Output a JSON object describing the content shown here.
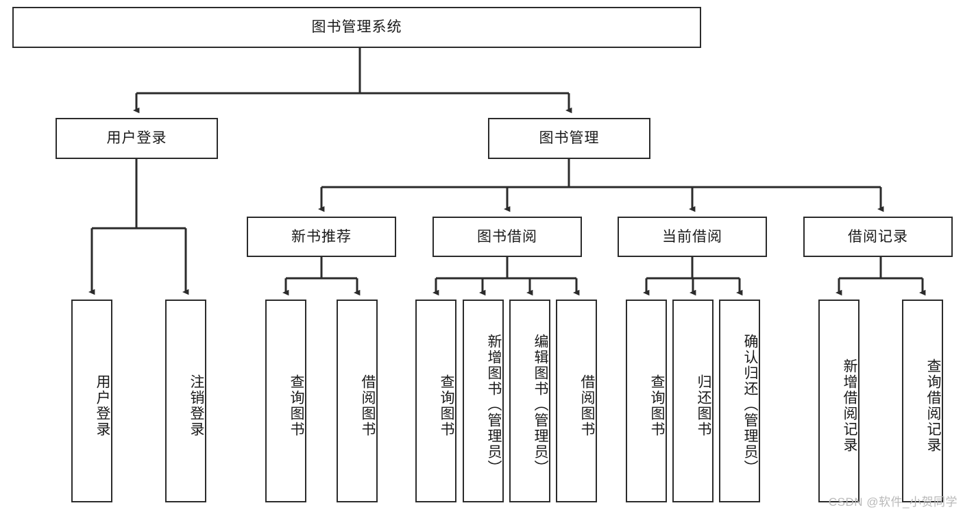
{
  "diagram": {
    "title": "图书管理系统",
    "watermark": "CSDN @软件_小贺同学",
    "stroke_color": "#2b2b2b",
    "background_color": "#ffffff",
    "root": {
      "id": "root",
      "label": "图书管理系统",
      "orientation": "horizontal"
    },
    "level2": [
      {
        "id": "user-login",
        "label": "用户登录",
        "orientation": "horizontal"
      },
      {
        "id": "book-manage",
        "label": "图书管理",
        "orientation": "horizontal"
      }
    ],
    "level3": [
      {
        "id": "new-book-recommend",
        "label": "新书推荐",
        "orientation": "horizontal",
        "parent": "book-manage"
      },
      {
        "id": "book-borrow",
        "label": "图书借阅",
        "orientation": "horizontal",
        "parent": "book-manage"
      },
      {
        "id": "current-borrow",
        "label": "当前借阅",
        "orientation": "horizontal",
        "parent": "book-manage"
      },
      {
        "id": "borrow-record",
        "label": "借阅记录",
        "orientation": "horizontal",
        "parent": "book-manage"
      }
    ],
    "leaves": [
      {
        "id": "leaf-user-login",
        "label": "用户登录",
        "parent": "user-login",
        "orientation": "vertical"
      },
      {
        "id": "leaf-user-logout",
        "label": "注销登录",
        "parent": "user-login",
        "orientation": "vertical"
      },
      {
        "id": "leaf-query-book-1",
        "label": "查询图书",
        "parent": "new-book-recommend",
        "orientation": "vertical"
      },
      {
        "id": "leaf-borrow-book-1",
        "label": "借阅图书",
        "parent": "new-book-recommend",
        "orientation": "vertical"
      },
      {
        "id": "leaf-query-book-2",
        "label": "查询图书",
        "parent": "book-borrow",
        "orientation": "vertical"
      },
      {
        "id": "leaf-add-book",
        "label": "新增图书（管理员）",
        "parent": "book-borrow",
        "orientation": "vertical"
      },
      {
        "id": "leaf-edit-book",
        "label": "编辑图书（管理员）",
        "parent": "book-borrow",
        "orientation": "vertical"
      },
      {
        "id": "leaf-borrow-book-2",
        "label": "借阅图书",
        "parent": "book-borrow",
        "orientation": "vertical"
      },
      {
        "id": "leaf-query-book-3",
        "label": "查询图书",
        "parent": "current-borrow",
        "orientation": "vertical"
      },
      {
        "id": "leaf-return-book",
        "label": "归还图书",
        "parent": "current-borrow",
        "orientation": "vertical"
      },
      {
        "id": "leaf-confirm-return",
        "label": "确认归还（管理员）",
        "parent": "current-borrow",
        "orientation": "vertical"
      },
      {
        "id": "leaf-add-record",
        "label": "新增借阅记录",
        "parent": "borrow-record",
        "orientation": "vertical"
      },
      {
        "id": "leaf-query-record",
        "label": "查询借阅记录",
        "parent": "borrow-record",
        "orientation": "vertical"
      }
    ]
  }
}
